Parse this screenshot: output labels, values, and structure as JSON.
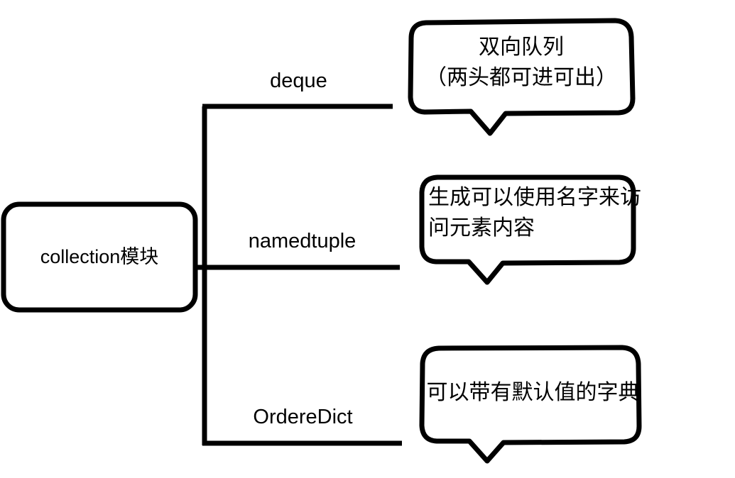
{
  "diagram": {
    "type": "mind-map",
    "title": "collection模块",
    "root": {
      "label": "collection模块"
    },
    "branches": [
      {
        "key": "deque",
        "label": "deque",
        "note_lines": [
          "双向队列",
          "（两头都可进可出）"
        ]
      },
      {
        "key": "namedtuple",
        "label": "namedtuple",
        "note_lines": [
          "生成可以使用名字来访",
          "问元素内容"
        ]
      },
      {
        "key": "ordereddict",
        "label": "OrdereDict",
        "note_lines": [
          "可以带有默认值的字典"
        ]
      }
    ],
    "colors": {
      "stroke": "#000000",
      "fill": "#ffffff",
      "text": "#000000"
    }
  }
}
